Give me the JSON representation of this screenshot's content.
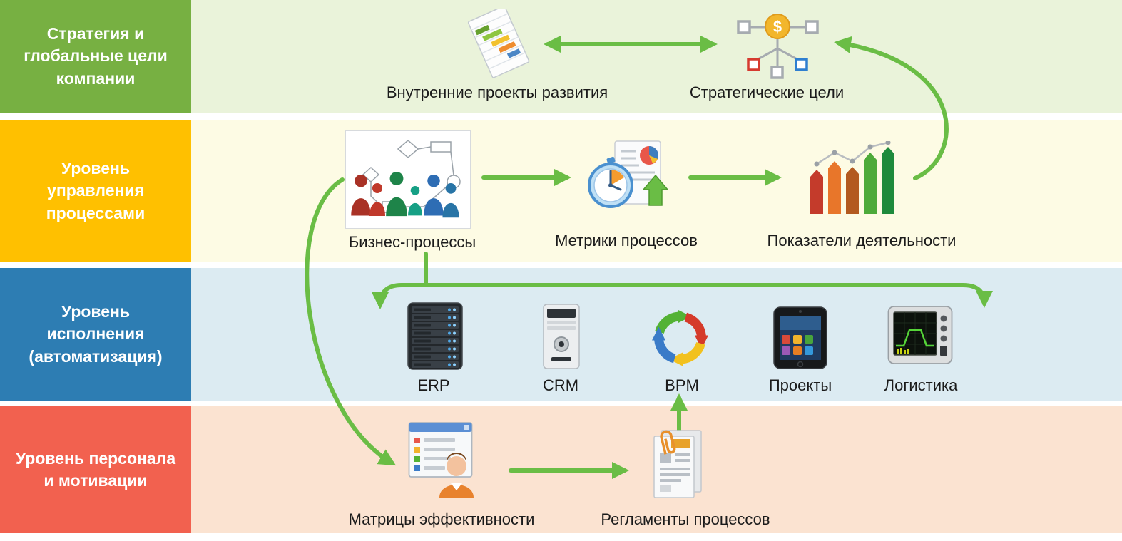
{
  "palette": {
    "arrow_green": "#6abd45",
    "strategy_band": "#77b042",
    "strategy_bg": "#eaf3da",
    "process_band": "#ffc000",
    "process_bg": "#fdfbe4",
    "execution_band": "#2d7db3",
    "execution_bg": "#dcebf2",
    "personnel_band": "#f2614f",
    "personnel_bg": "#fbe3d1"
  },
  "rows": [
    {
      "name": "strategy",
      "label_lines": [
        "Стратегия и",
        "глобальные цели",
        "компании"
      ],
      "items": [
        {
          "label": "Внутренние проекты развития",
          "icon": "gantt-chart-icon"
        },
        {
          "label": "Стратегические цели",
          "icon": "strategic-goals-icon"
        }
      ]
    },
    {
      "name": "process-management",
      "label_lines": [
        "Уровень",
        "управления",
        "процессами"
      ],
      "items": [
        {
          "label": "Бизнес-процессы",
          "icon": "business-process-image"
        },
        {
          "label": "Метрики процессов",
          "icon": "process-metrics-icon"
        },
        {
          "label": "Показатели деятельности",
          "icon": "performance-bars-icon"
        }
      ]
    },
    {
      "name": "execution-automation",
      "label_lines": [
        "Уровень",
        "исполнения",
        "(автоматизация)"
      ],
      "items": [
        {
          "label": "ERP",
          "icon": "erp-server-rack-icon"
        },
        {
          "label": "CRM",
          "icon": "crm-server-icon"
        },
        {
          "label": "BPM",
          "icon": "bpm-cycle-icon"
        },
        {
          "label": "Проекты",
          "icon": "projects-tablet-icon"
        },
        {
          "label": "Логистика",
          "icon": "logistics-monitor-icon"
        }
      ]
    },
    {
      "name": "personnel-motivation",
      "label_lines": [
        "Уровень персонала",
        "и мотивации"
      ],
      "items": [
        {
          "label": "Матрицы эффективности",
          "icon": "efficiency-matrix-icon"
        },
        {
          "label": "Регламенты процессов",
          "icon": "regulations-document-icon"
        }
      ]
    }
  ]
}
